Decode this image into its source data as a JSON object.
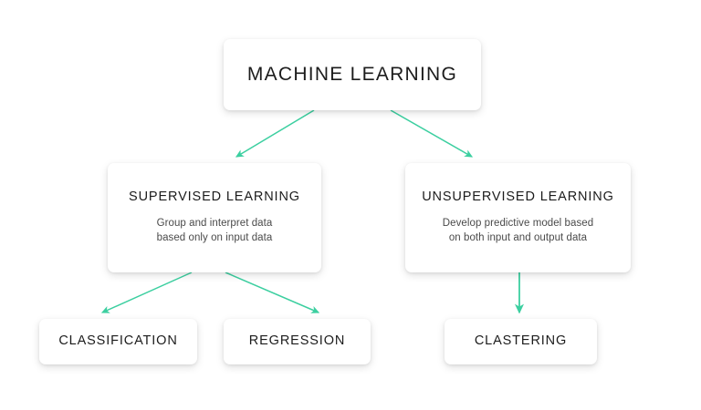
{
  "diagram": {
    "type": "tree",
    "accent_color": "#3ccfa0",
    "title_color": "#1c1c1c",
    "description_color": "#4a4a4a",
    "background_color": "#ffffff",
    "nodes": {
      "root": {
        "label": "MACHINE LEARNING",
        "description": ""
      },
      "supervised": {
        "label": "SUPERVISED LEARNING",
        "description_line1": "Group and interpret data",
        "description_line2": "based only on input data"
      },
      "unsupervised": {
        "label": "UNSUPERVISED LEARNING",
        "description_line1": "Develop predictive model based",
        "description_line2": "on both input and output data"
      },
      "classification": {
        "label": "CLASSIFICATION"
      },
      "regression": {
        "label": "REGRESSION"
      },
      "clastering": {
        "label": "CLASTERING"
      }
    },
    "edges": [
      {
        "from": "root",
        "to": "supervised"
      },
      {
        "from": "root",
        "to": "unsupervised"
      },
      {
        "from": "supervised",
        "to": "classification"
      },
      {
        "from": "supervised",
        "to": "regression"
      },
      {
        "from": "unsupervised",
        "to": "clastering"
      }
    ]
  }
}
